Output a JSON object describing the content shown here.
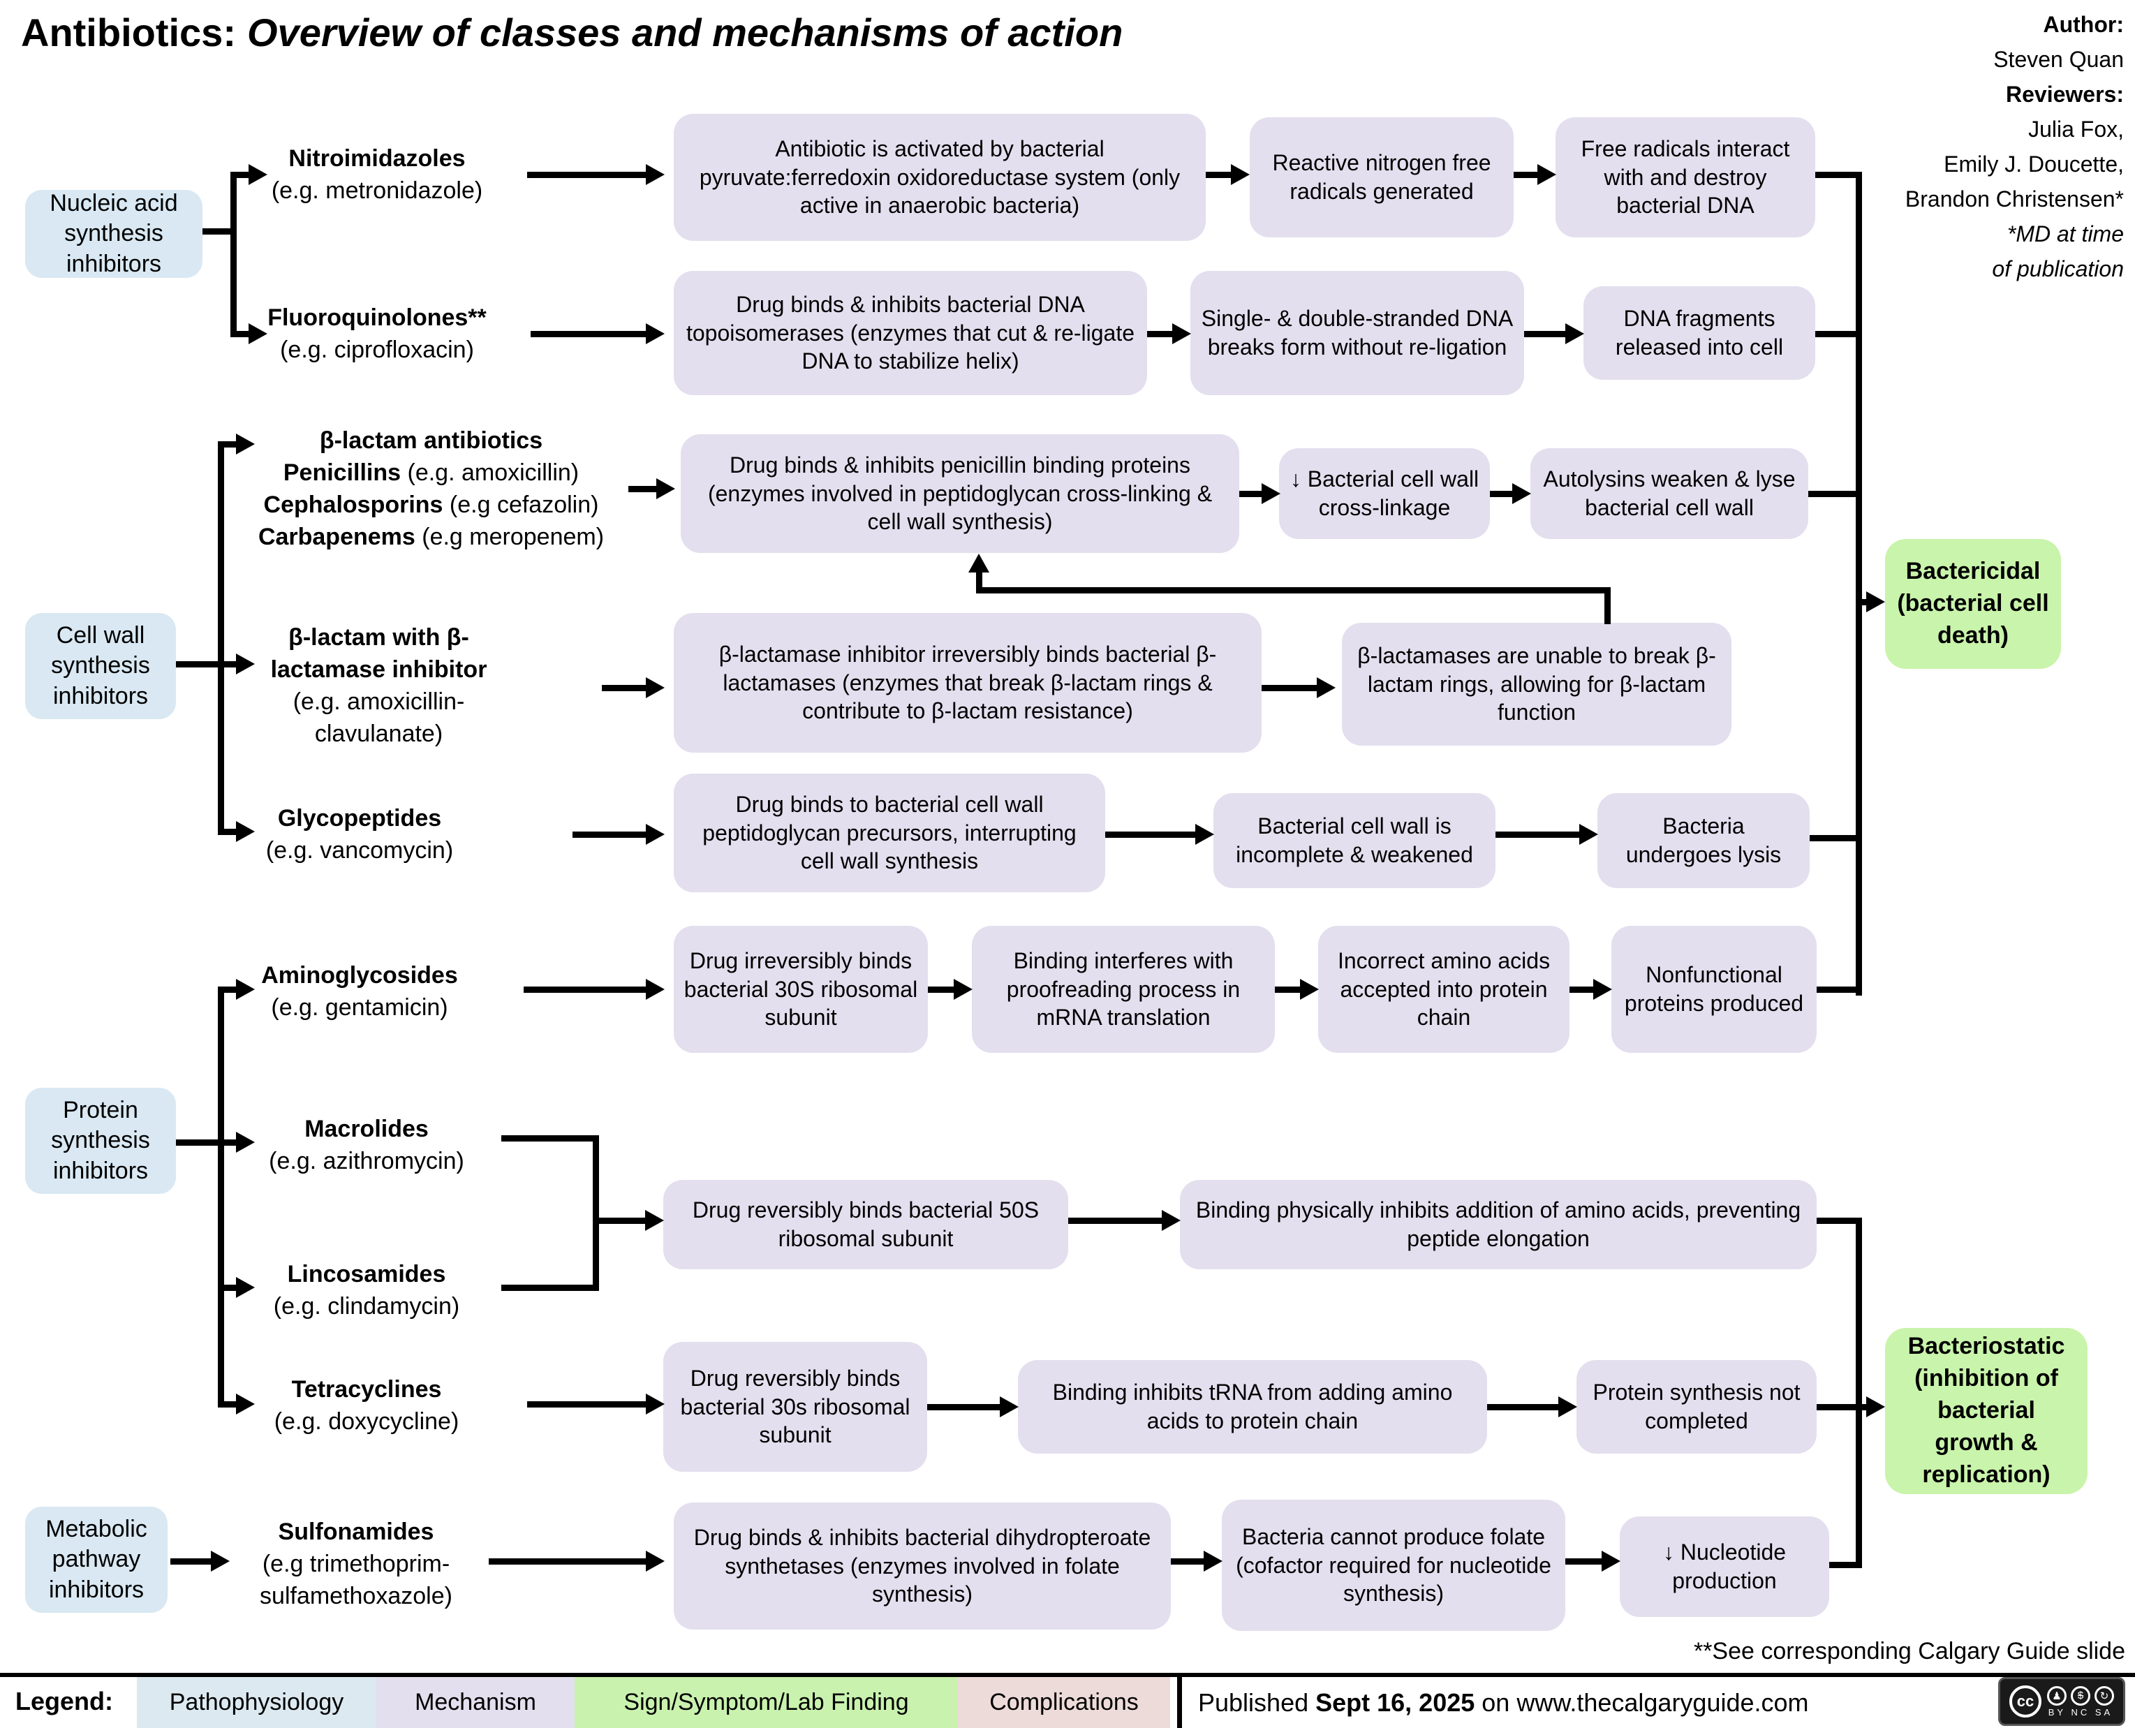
{
  "title": {
    "prefix": "Antibiotics:",
    "rest": "Overview of classes and mechanisms of action"
  },
  "credits": {
    "author_label": "Author:",
    "author": "Steven Quan",
    "reviewers_label": "Reviewers:",
    "reviewer1": "Julia Fox,",
    "reviewer2": "Emily J. Doucette,",
    "reviewer3": "Brandon Christensen*",
    "note1": "*MD at time",
    "note2": "of publication"
  },
  "categories": [
    {
      "label": "Nucleic acid synthesis inhibitors"
    },
    {
      "label": "Cell wall synthesis inhibitors"
    },
    {
      "label": "Protein synthesis inhibitors"
    },
    {
      "label": "Metabolic pathway inhibitors"
    }
  ],
  "drug_classes": [
    {
      "lines": [
        {
          "b": "Nitroimidazoles"
        },
        {
          "r": "(e.g. metronidazole)"
        }
      ]
    },
    {
      "lines": [
        {
          "b": "Fluoroquinolones**"
        },
        {
          "r": "(e.g. ciprofloxacin)"
        }
      ]
    },
    {
      "lines": [
        {
          "b": "β-lactam antibiotics"
        },
        {
          "b": "Penicillins",
          "r": " (e.g. amoxicillin)"
        },
        {
          "b": "Cephalosporins",
          "r": " (e.g cefazolin)"
        },
        {
          "b": "Carbapenems",
          "r": " (e.g meropenem)"
        }
      ]
    },
    {
      "lines": [
        {
          "b": "β-lactam with β-"
        },
        {
          "b": "lactamase inhibitor"
        },
        {
          "r": "(e.g. amoxicillin-"
        },
        {
          "r": "clavulanate)"
        }
      ]
    },
    {
      "lines": [
        {
          "b": "Glycopeptides"
        },
        {
          "r": "(e.g. vancomycin)"
        }
      ]
    },
    {
      "lines": [
        {
          "b": "Aminoglycosides"
        },
        {
          "r": "(e.g. gentamicin)"
        }
      ]
    },
    {
      "lines": [
        {
          "b": "Macrolides"
        },
        {
          "r": "(e.g. azithromycin)"
        }
      ]
    },
    {
      "lines": [
        {
          "b": "Lincosamides"
        },
        {
          "r": "(e.g. clindamycin)"
        }
      ]
    },
    {
      "lines": [
        {
          "b": "Tetracyclines"
        },
        {
          "r": "(e.g. doxycycline)"
        }
      ]
    },
    {
      "lines": [
        {
          "b": "Sulfonamides"
        },
        {
          "r": "(e.g trimethoprim-"
        },
        {
          "r": "sulfamethoxazole)"
        }
      ]
    }
  ],
  "mechanisms": {
    "m1": "Antibiotic is activated by bacterial pyruvate:ferredoxin oxidoreductase system (only active in anaerobic bacteria)",
    "m2": "Reactive nitrogen free radicals generated",
    "m3": "Free radicals interact with and destroy bacterial DNA",
    "m4": "Drug binds & inhibits bacterial DNA topoisomerases (enzymes that cut & re-ligate DNA to stabilize helix)",
    "m5": "Single- & double-stranded DNA breaks form without re-ligation",
    "m6": "DNA fragments released into cell",
    "m7": "Drug binds & inhibits penicillin binding proteins (enzymes involved in peptidoglycan cross-linking & cell wall synthesis)",
    "m8": "↓ Bacterial cell wall cross-linkage",
    "m9": "Autolysins weaken & lyse bacterial cell wall",
    "m10": "β-lactamase inhibitor irreversibly binds bacterial β-lactamases (enzymes that break β-lactam rings & contribute to β-lactam resistance)",
    "m11": "β-lactamases are unable to break β-lactam rings, allowing for β-lactam function",
    "m12": "Drug binds to bacterial cell wall peptidoglycan precursors, interrupting cell wall synthesis",
    "m13": "Bacterial cell wall is incomplete & weakened",
    "m14": "Bacteria undergoes lysis",
    "m15": "Drug irreversibly binds bacterial 30S ribosomal subunit",
    "m16": "Binding interferes with proofreading process in mRNA translation",
    "m17": "Incorrect amino acids accepted into protein chain",
    "m18": "Nonfunctional proteins produced",
    "m19": "Drug reversibly binds bacterial 50S ribosomal subunit",
    "m20": "Binding physically inhibits addition of amino acids, preventing peptide elongation",
    "m21": "Drug reversibly binds bacterial 30s ribosomal subunit",
    "m22": "Binding inhibits tRNA from adding amino acids to protein chain",
    "m23": "Protein synthesis not completed",
    "m24": "Drug binds & inhibits bacterial dihydropteroate synthetases (enzymes involved in folate synthesis)",
    "m25": "Bacteria cannot produce folate (cofactor required for nucleotide synthesis)",
    "m26": "↓ Nucleotide production"
  },
  "outcomes": {
    "bactericidal": "Bactericidal (bacterial cell death)",
    "bacteriostatic": "Bacteriostatic (inhibition of bacterial growth & replication)"
  },
  "footnote": "**See corresponding Calgary Guide slide",
  "legend": {
    "label": "Legend:",
    "items": [
      {
        "label": "Pathophysiology",
        "color": "#dce9f1"
      },
      {
        "label": "Mechanism",
        "color": "#e3dfee"
      },
      {
        "label": "Sign/Symptom/Lab Finding",
        "color": "#c9f2ae"
      },
      {
        "label": "Complications",
        "color": "#eddbd9"
      }
    ]
  },
  "published": {
    "prefix": "Published ",
    "date": "Sept 16, 2025",
    "suffix": " on www.thecalgaryguide.com"
  },
  "license": {
    "icons": [
      "cc-icon",
      "attribution-icon",
      "noncommercial-icon",
      "sharealike-icon"
    ],
    "caption": "BY NC SA",
    "cc_text": "cc"
  },
  "colors": {
    "pathophysiology": "#dce9f1",
    "mechanism": "#e3dfee",
    "finding": "#c9f2ae",
    "complications": "#eddbd9",
    "outcome_green": "#c9f4ab",
    "line": "#000000"
  }
}
